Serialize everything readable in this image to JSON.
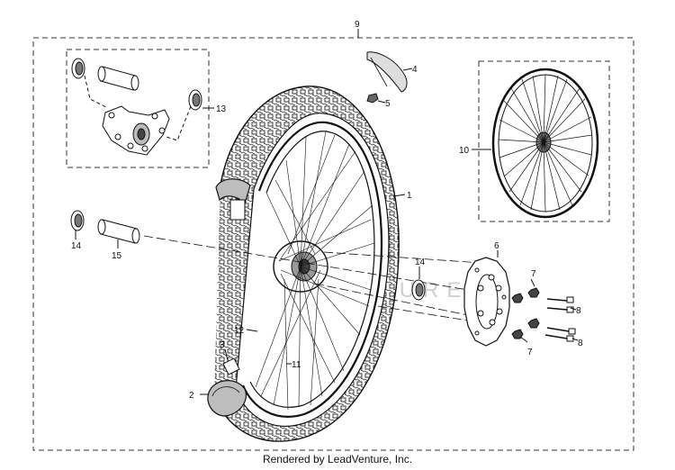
{
  "diagram": {
    "callouts": {
      "c1": "1",
      "c2": "2",
      "c3": "3",
      "c4": "4",
      "c5": "5",
      "c6": "6",
      "c7a": "7",
      "c7b": "7",
      "c8a": "8",
      "c8b": "8",
      "c9": "9",
      "c10": "10",
      "c11": "11",
      "c12": "12",
      "c13": "13",
      "c14a": "14",
      "c14b": "14",
      "c15": "15"
    },
    "watermark": "LEADVENTURE"
  },
  "footer": {
    "text": "Rendered by LeadVenture, Inc."
  },
  "colors": {
    "line": "#111111",
    "dash": "#333333",
    "watermark": "#cfcfcf"
  }
}
